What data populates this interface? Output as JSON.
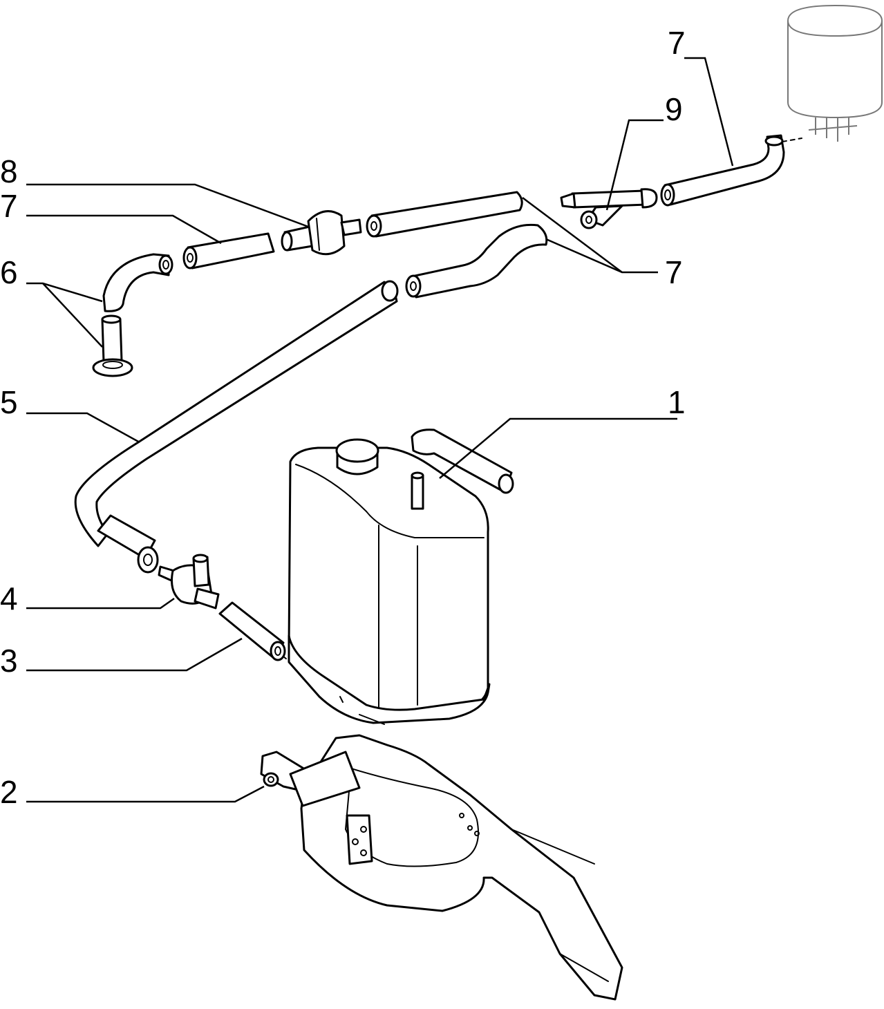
{
  "callouts": [
    {
      "id": "c1",
      "label": "1"
    },
    {
      "id": "c2",
      "label": "2"
    },
    {
      "id": "c3",
      "label": "3"
    },
    {
      "id": "c4",
      "label": "4"
    },
    {
      "id": "c5",
      "label": "5"
    },
    {
      "id": "c6",
      "label": "6"
    },
    {
      "id": "c7a",
      "label": "7"
    },
    {
      "id": "c7b",
      "label": "7"
    },
    {
      "id": "c7c",
      "label": "7"
    },
    {
      "id": "c8",
      "label": "8"
    },
    {
      "id": "c9",
      "label": "9"
    }
  ]
}
